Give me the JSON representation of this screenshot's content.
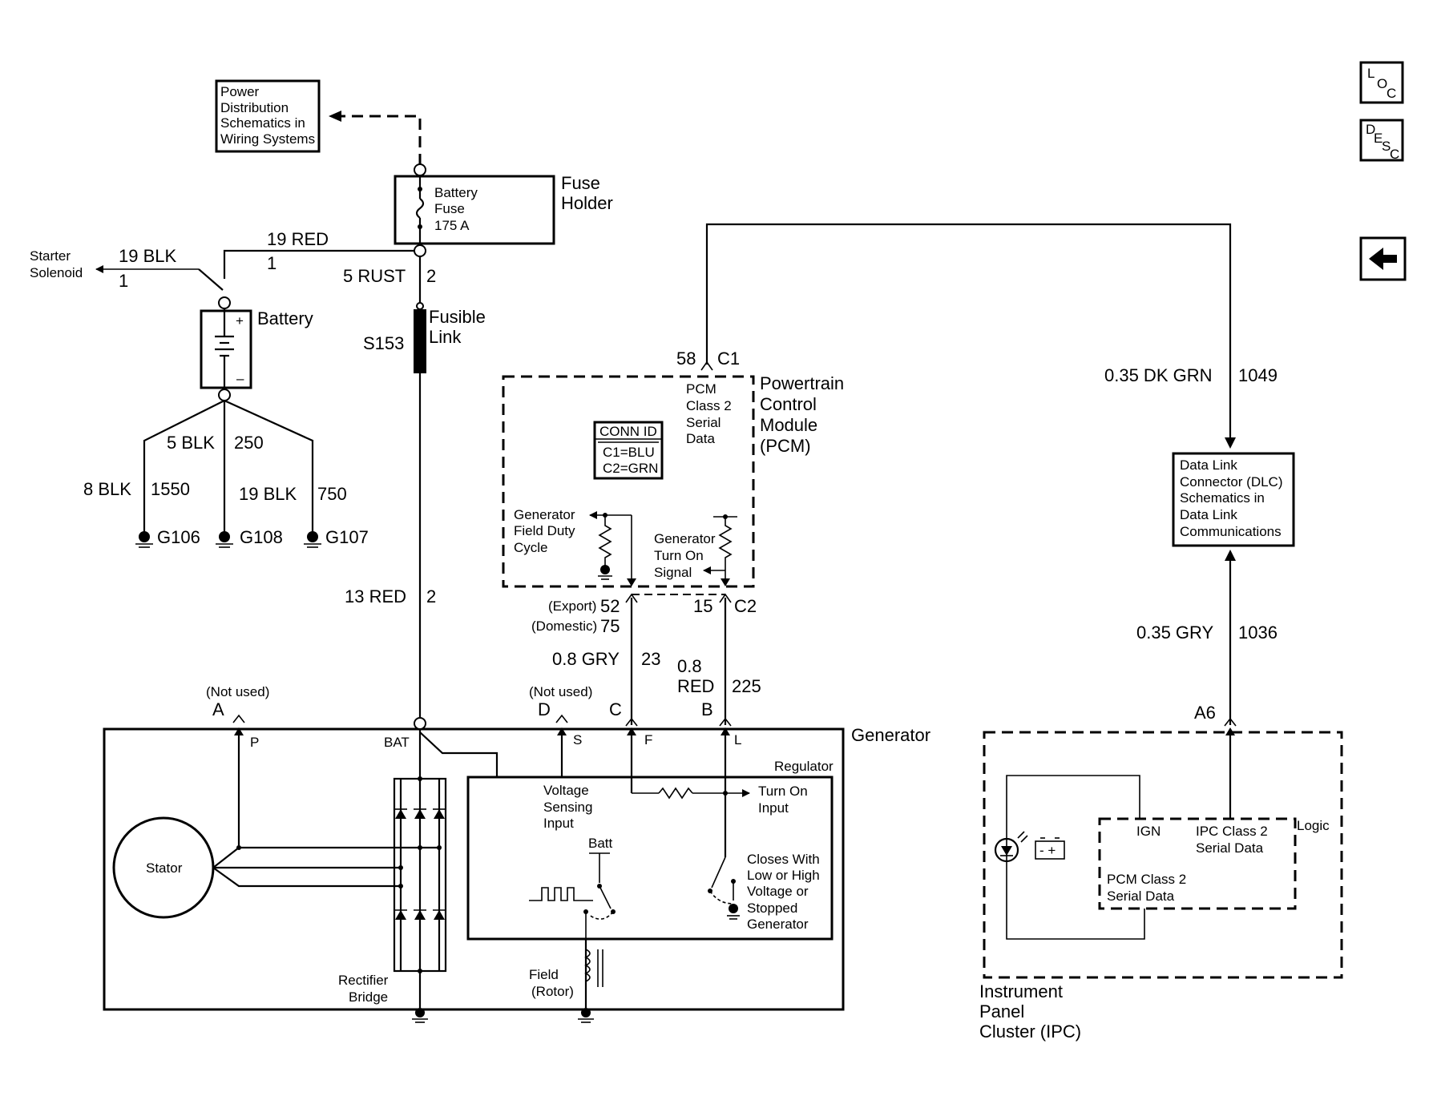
{
  "power_dist_box": [
    "Power",
    "Distribution",
    "Schematics in",
    "Wiring Systems"
  ],
  "fuse": {
    "name": "Battery",
    "name2": "Fuse",
    "rating": "175 A",
    "holder1": "Fuse",
    "holder2": "Holder"
  },
  "starter": {
    "l1": "Starter",
    "l2": "Solenoid",
    "wire": "19 BLK",
    "pin": "1"
  },
  "red19": {
    "wire": "19 RED",
    "pin": "1"
  },
  "rust": {
    "wire": "5 RUST",
    "pin": "2"
  },
  "fusible": {
    "l1": "Fusible",
    "l2": "Link",
    "splice": "S153"
  },
  "battery": {
    "label": "Battery",
    "plus": "+",
    "minus": "–"
  },
  "grounds": {
    "w1": "5 BLK",
    "c1": "250",
    "w2": "8 BLK",
    "c2": "1550",
    "w3": "19 BLK",
    "c3": "750",
    "g1": "G106",
    "g2": "G108",
    "g3": "G107"
  },
  "red13": {
    "wire": "13 RED",
    "pin": "2"
  },
  "pcm": {
    "pin58": "58",
    "c1": "C1",
    "serial": [
      "PCM",
      "Class 2",
      "Serial",
      "Data"
    ],
    "title": [
      "Powertrain",
      "Control",
      "Module",
      "(PCM)"
    ],
    "conn_title": "CONN ID",
    "conn_c1": "C1=BLU",
    "conn_c2": "C2=GRN",
    "gen_field": [
      "Generator",
      "Field Duty",
      "Cycle"
    ],
    "gen_turnon": [
      "Generator",
      "Turn On",
      "Signal"
    ]
  },
  "pins_below_pcm": {
    "export": "(Export)",
    "p52": "52",
    "domestic": "(Domestic)",
    "p75": "75",
    "p15": "15",
    "c2": "C2",
    "gry_wire": "0.8 GRY",
    "gry_circ": "23",
    "red_wire1": "0.8",
    "red_wire2": "RED",
    "red_circ": "225"
  },
  "dlc": {
    "wire_top": "0.35 DK GRN",
    "circ_top": "1049",
    "box": [
      "Data Link",
      "Connector (DLC)",
      "Schematics in",
      "Data Link",
      "Communications"
    ],
    "wire_bot": "0.35 GRY",
    "circ_bot": "1036"
  },
  "generator": {
    "title": "Generator",
    "notused_a": "(Not used)",
    "a": "A",
    "p": "P",
    "bat": "BAT",
    "notused_d": "(Not used)",
    "d": "D",
    "s": "S",
    "c": "C",
    "f": "F",
    "b": "B",
    "l": "L",
    "regulator": "Regulator",
    "vsense": [
      "Voltage",
      "Sensing",
      "Input"
    ],
    "turnon": [
      "Turn On",
      "Input"
    ],
    "batt": "Batt",
    "closes": [
      "Closes With",
      "Low or High",
      "Voltage or",
      "Stopped",
      "Generator"
    ],
    "stator": "Stator",
    "rectifier": [
      "Rectifier",
      "Bridge"
    ],
    "field": [
      "Field",
      "(Rotor)"
    ]
  },
  "ipc": {
    "a6": "A6",
    "logic": "Logic",
    "ign": "IGN",
    "ipc_serial": [
      "IPC Class 2",
      "Serial Data"
    ],
    "pcm_serial": [
      "PCM Class 2",
      "Serial Data"
    ],
    "title": [
      "Instrument",
      "Panel",
      "Cluster (IPC)"
    ]
  },
  "nav": {
    "loc": [
      "L",
      "O",
      "C"
    ],
    "desc": [
      "D",
      "E",
      "S",
      "C"
    ]
  }
}
